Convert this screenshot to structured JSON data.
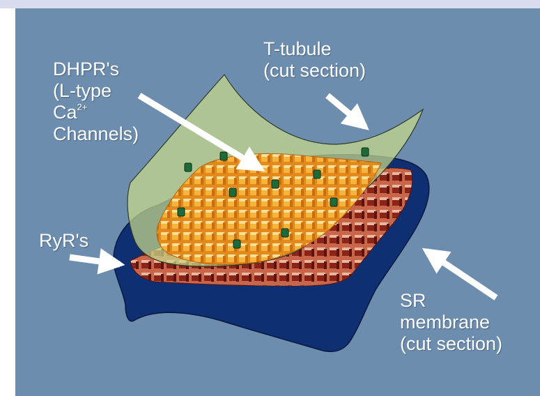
{
  "diagram": {
    "colors": {
      "background": "#6d8dae",
      "sr_membrane": "#0e2f72",
      "t_tubule": "#c7d98a",
      "dhpr_array": "#f2a12a",
      "ryr_array": "#8a2418",
      "dhpr_channel": "#1f6a38",
      "labels": "#ffffff"
    },
    "labels": {
      "dhpr": {
        "line1": "DHPR's",
        "line2": "(L-type",
        "line3_base": "Ca",
        "line3_sup": "2+",
        "line4": "Channels)"
      },
      "t_tubule": {
        "line1": "T-tubule",
        "line2": "(cut section)"
      },
      "ryr": {
        "line1": "RyR's"
      },
      "sr": {
        "line1": "SR",
        "line2": "membrane",
        "line3": "(cut section)"
      }
    }
  }
}
